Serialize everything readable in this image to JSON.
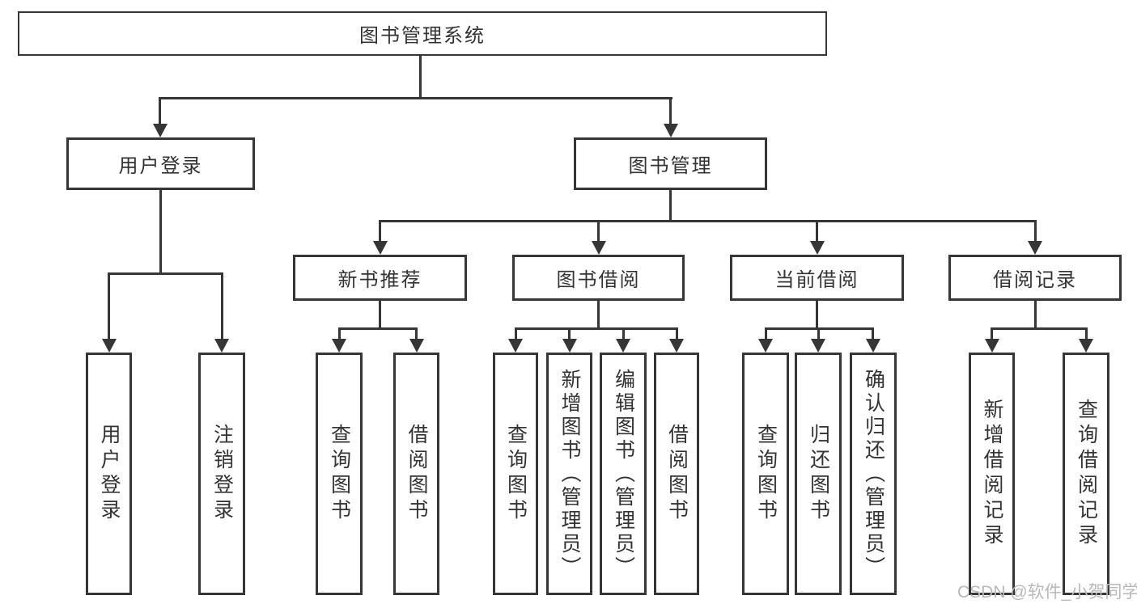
{
  "diagram": {
    "title": "图书管理系统",
    "nodes": {
      "root": {
        "label": "图书管理系统"
      },
      "user_login": {
        "label": "用户登录"
      },
      "book_mgmt": {
        "label": "图书管理"
      },
      "new_book_rec": {
        "label": "新书推荐"
      },
      "book_borrow": {
        "label": "图书借阅"
      },
      "current_borrow": {
        "label": "当前借阅"
      },
      "borrow_records": {
        "label": "借阅记录"
      },
      "leaf_user_login": {
        "label": "用户登录"
      },
      "leaf_logout": {
        "label": "注销登录"
      },
      "leaf_nb_query": {
        "label": "查询图书"
      },
      "leaf_nb_borrow": {
        "label": "借阅图书"
      },
      "leaf_bb_query": {
        "label": "查询图书"
      },
      "leaf_bb_add": {
        "label": "新增图书（管理员）"
      },
      "leaf_bb_edit": {
        "label": "编辑图书（管理员）"
      },
      "leaf_bb_borrow": {
        "label": "借阅图书"
      },
      "leaf_cb_query": {
        "label": "查询图书"
      },
      "leaf_cb_return": {
        "label": "归还图书"
      },
      "leaf_cb_confirm": {
        "label": "确认归还（管理员）"
      },
      "leaf_br_add": {
        "label": "新增借阅记录"
      },
      "leaf_br_query": {
        "label": "查询借阅记录"
      }
    }
  },
  "watermark": {
    "text": "CSDN @软件_小贺同学"
  },
  "colors": {
    "line": "#363636",
    "text": "#333333",
    "background": "#ffffff",
    "watermark": "#b9b9b9"
  }
}
